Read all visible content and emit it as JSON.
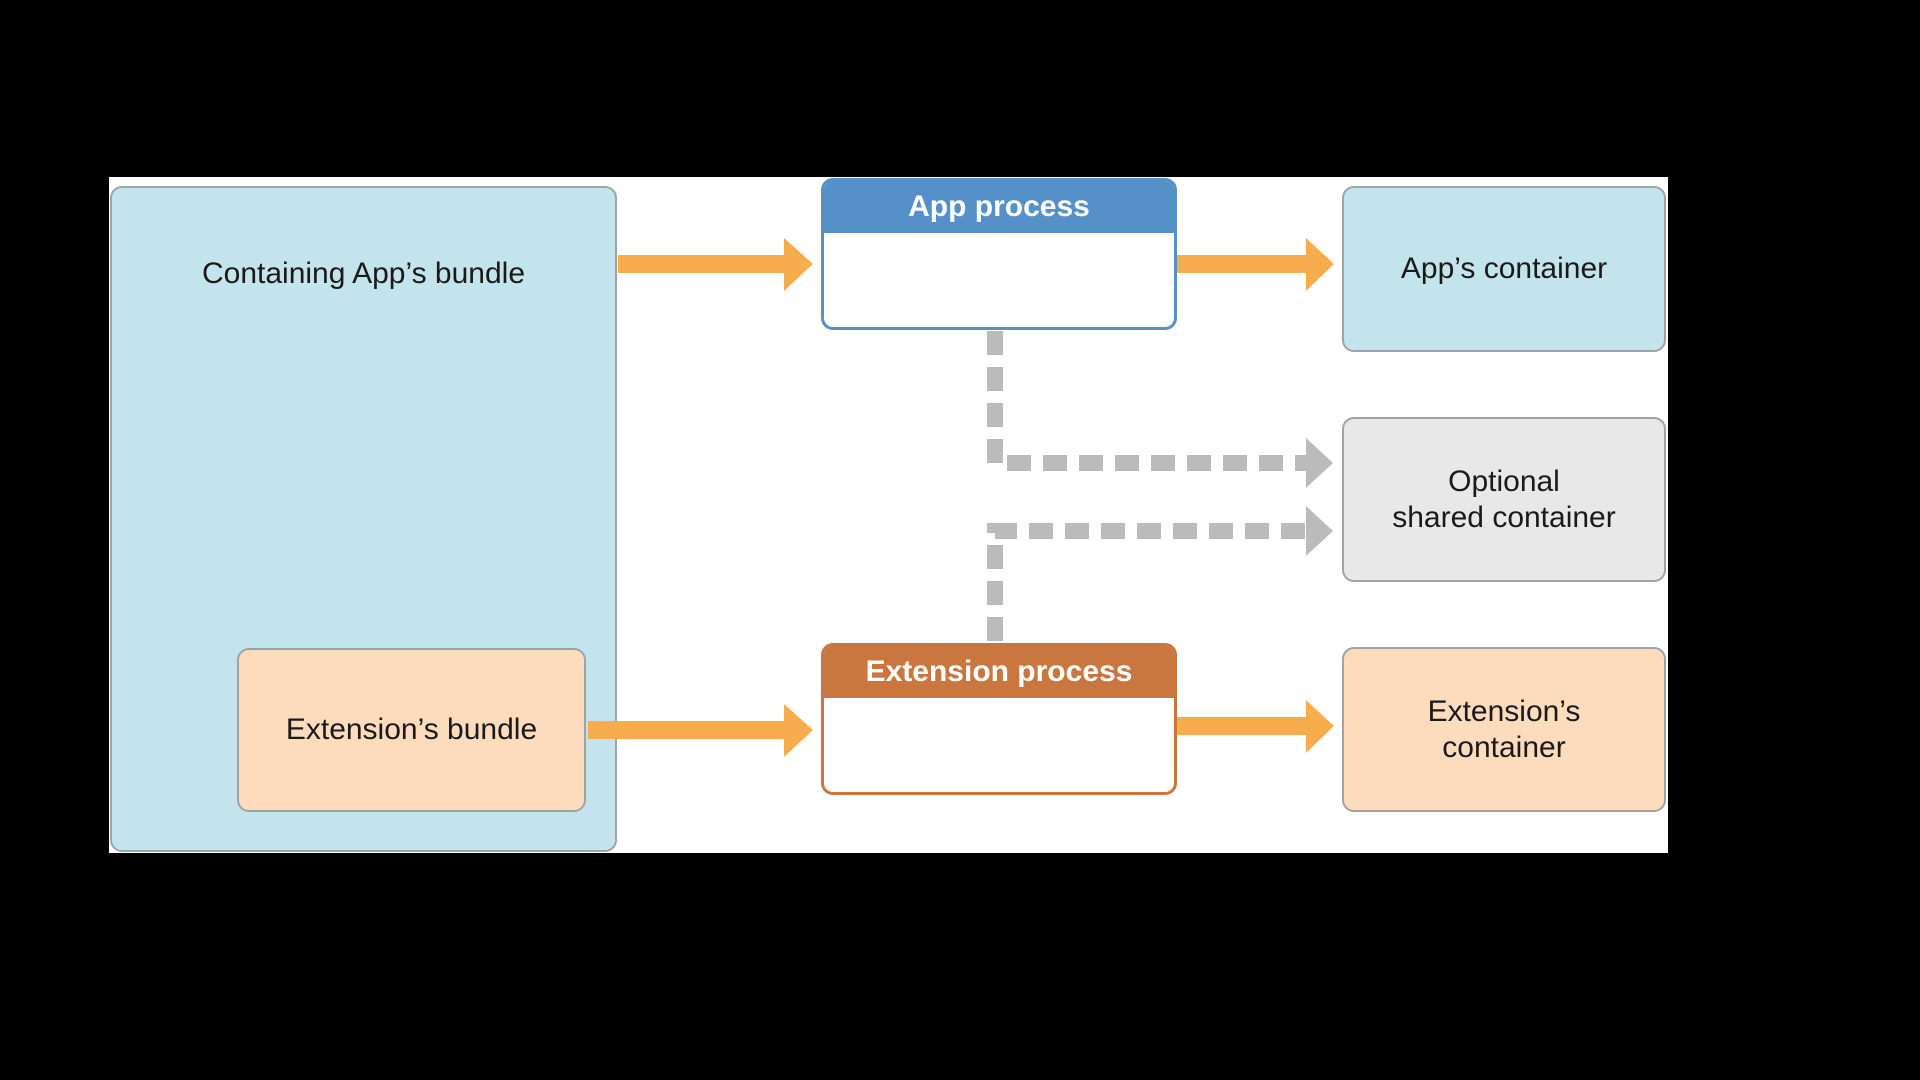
{
  "diagram": {
    "containing_app_bundle": "Containing App’s bundle",
    "extension_bundle": "Extension’s bundle",
    "app_process": "App process",
    "extension_process": "Extension process",
    "app_container": "App’s container",
    "shared_container": [
      "Optional",
      "shared container"
    ],
    "extension_container": [
      "Extension’s",
      "container"
    ]
  },
  "colors": {
    "background": "#000000",
    "panel": "#ffffff",
    "blue_box": "#c4e4ed",
    "peach_box": "#fddcbd",
    "gray_box": "#e8e8e8",
    "app_process_header": "#5590c9",
    "extension_process_header": "#c9773f",
    "solid_arrow": "#f7ad4e",
    "dashed_arrow": "#bbbbbb"
  }
}
